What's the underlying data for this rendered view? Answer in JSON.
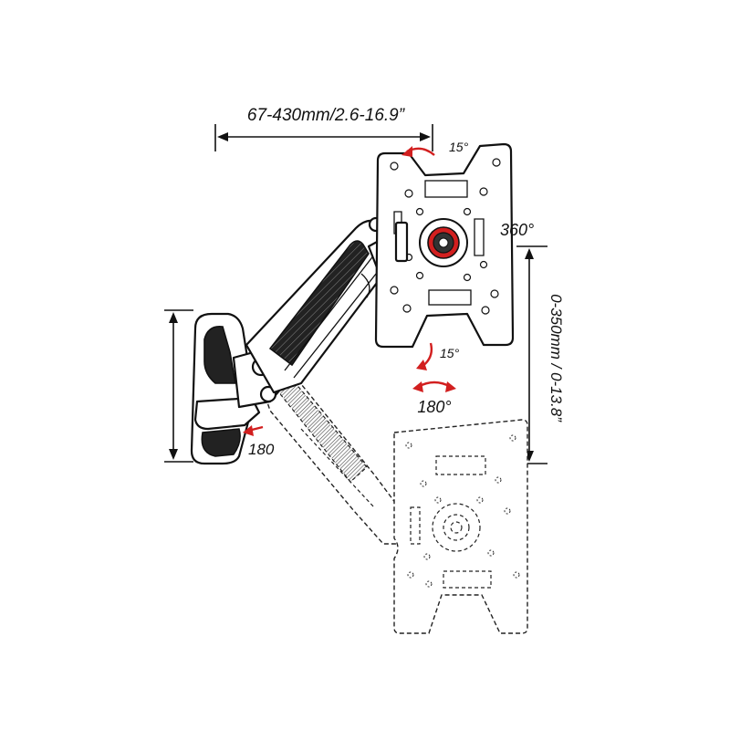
{
  "diagram": {
    "labels": {
      "extension": "67-430mm/2.6-16.9”",
      "tilt_up": "15°",
      "rotate": "360°",
      "tilt_down": "15°",
      "swivel_plate": "180°",
      "height_adjust": "0-350mm / 0-13.8”",
      "swivel_base": "180"
    },
    "colors": {
      "line": "#111111",
      "rotation_arrows": "#d21f1f",
      "background": "#ffffff"
    }
  }
}
